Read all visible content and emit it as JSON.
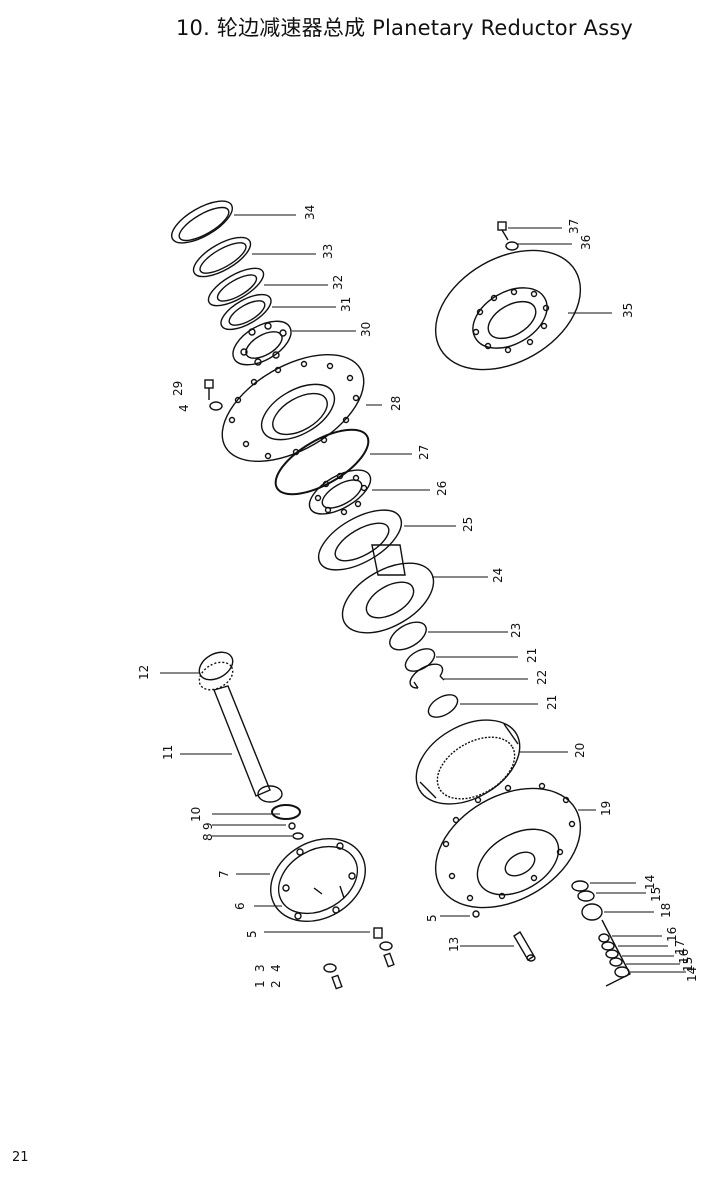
{
  "title": "10.  轮边减速器总成  Planetary Reductor Assy",
  "page_number": "21",
  "callouts": [
    "1",
    "2",
    "3",
    "4",
    "5",
    "5",
    "6",
    "7",
    "8",
    "9",
    "10",
    "11",
    "12",
    "13",
    "14",
    "14",
    "15",
    "15",
    "16",
    "16",
    "17",
    "18",
    "19",
    "20",
    "21",
    "21",
    "22",
    "23",
    "24",
    "25",
    "26",
    "27",
    "28",
    "29",
    "30",
    "31",
    "32",
    "33",
    "34",
    "35",
    "36",
    "37"
  ]
}
